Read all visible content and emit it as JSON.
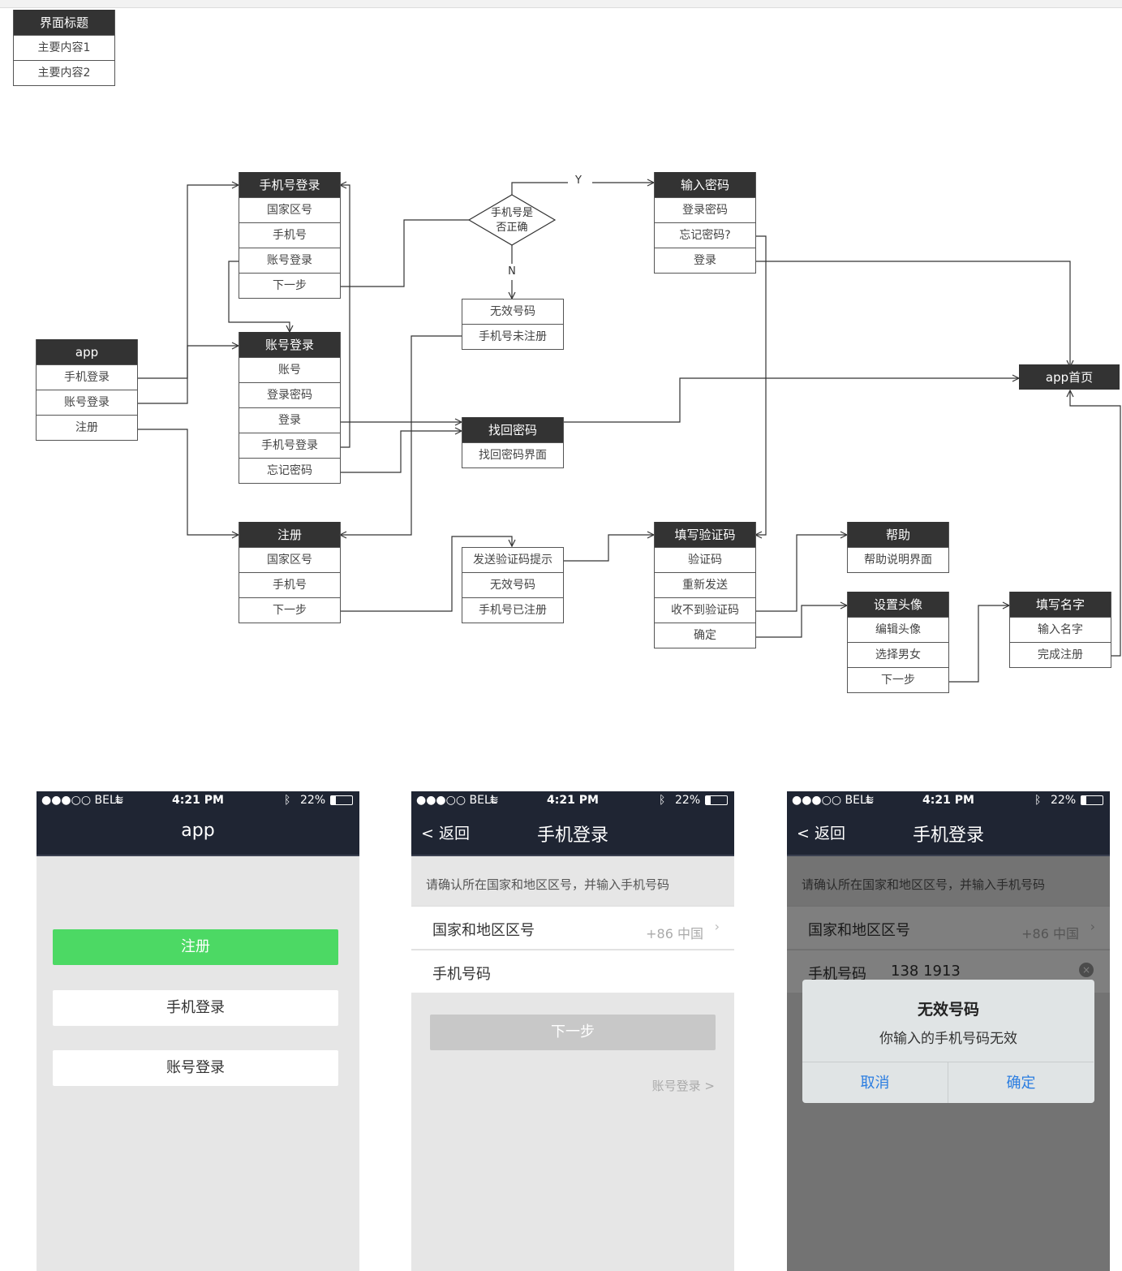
{
  "legend": {
    "title": "界面标题",
    "rows": [
      "主要内容1",
      "主要内容2"
    ]
  },
  "nodes": {
    "app": {
      "title": "app",
      "rows": [
        "手机登录",
        "账号登录",
        "注册"
      ]
    },
    "phone_login": {
      "title": "手机号登录",
      "rows": [
        "国家区号",
        "手机号",
        "账号登录",
        "下一步"
      ]
    },
    "account_login": {
      "title": "账号登录",
      "rows": [
        "账号",
        "登录密码",
        "登录",
        "手机号登录",
        "忘记密码"
      ]
    },
    "register": {
      "title": "注册",
      "rows": [
        "国家区号",
        "手机号",
        "下一步"
      ]
    },
    "invalid": {
      "title": "",
      "rows": [
        "无效号码",
        "手机号未注册"
      ]
    },
    "recover": {
      "title": "找回密码",
      "rows": [
        "找回密码界面"
      ]
    },
    "send_code": {
      "title": "",
      "rows": [
        "发送验证码提示",
        "无效号码",
        "手机号已注册"
      ]
    },
    "password": {
      "title": "输入密码",
      "rows": [
        "登录密码",
        "忘记密码?",
        "登录"
      ]
    },
    "verify": {
      "title": "填写验证码",
      "rows": [
        "验证码",
        "重新发送",
        "收不到验证码",
        "确定"
      ]
    },
    "help": {
      "title": "帮助",
      "rows": [
        "帮助说明界面"
      ]
    },
    "avatar": {
      "title": "设置头像",
      "rows": [
        "编辑头像",
        "选择男女",
        "下一步"
      ]
    },
    "name": {
      "title": "填写名字",
      "rows": [
        "输入名字",
        "完成注册"
      ]
    },
    "home": {
      "title": "app首页",
      "rows": []
    }
  },
  "decision": {
    "text_line1": "手机号是",
    "text_line2": "否正确",
    "yes": "Y",
    "no": "N"
  },
  "status_bar": {
    "carrier": "●●●○○ BELL",
    "time": "4:21 PM",
    "battery": "22%"
  },
  "phone1": {
    "title": "app",
    "register": "注册",
    "phone_login": "手机登录",
    "account_login": "账号登录"
  },
  "phone2": {
    "back": "返回",
    "title": "手机登录",
    "hint": "请确认所在国家和地区区号，并输入手机号码",
    "region_label": "国家和地区区号",
    "region_value": "+86 中国",
    "phone_label": "手机号码",
    "next": "下一步",
    "account_link": "账号登录 >"
  },
  "phone3": {
    "back": "返回",
    "title": "手机登录",
    "hint": "请确认所在国家和地区区号，并输入手机号码",
    "region_label": "国家和地区区号",
    "region_value": "+86 中国",
    "phone_label": "手机号码",
    "phone_value": "138  1913",
    "dialog_title": "无效号码",
    "dialog_msg": "你输入的手机号码无效",
    "cancel": "取消",
    "confirm": "确定"
  }
}
